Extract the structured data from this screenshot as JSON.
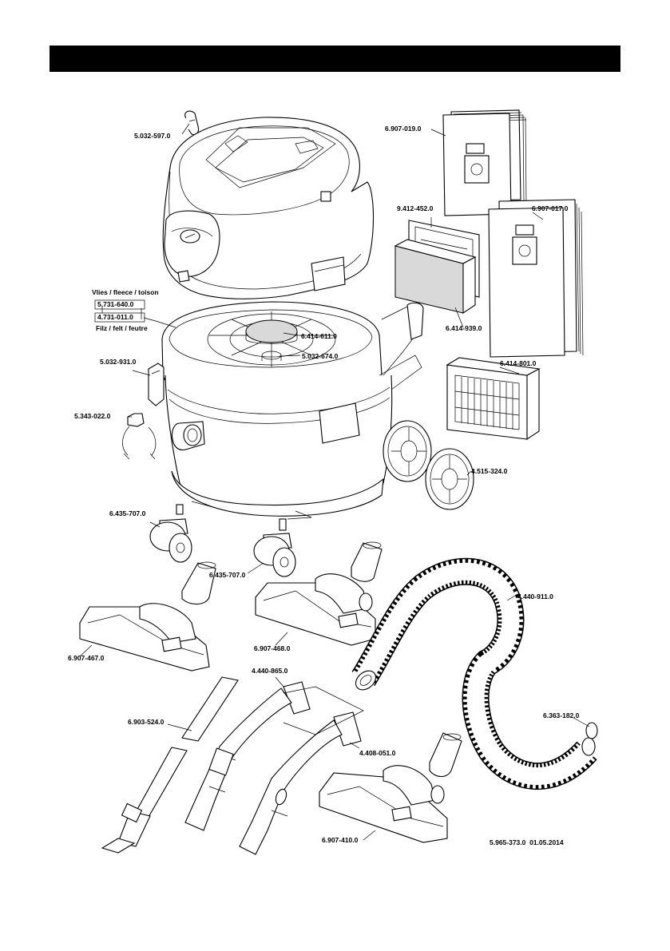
{
  "header_bar": {
    "color": "#000000"
  },
  "labels": {
    "clip": "5.032-597.0",
    "bag_pack_1": "6.907-019.0",
    "bag_pack_2": "6.907-017.0",
    "filter_frame": "9.412-452.0",
    "sponge_filter": "6.414-939.0",
    "vlies_text": "Vlies / fleece / toison",
    "vlies_part": "5.731-640.0",
    "filz_part": "4.731-011.0",
    "filz_text": "Filz / felt / feutre",
    "disc_filter": "6.414-611.0",
    "basket_part": "5.032-674.0",
    "latch_clip": "5.032-931.0",
    "flat_filter": "6.414-801.0",
    "hose_clip": "5.343-022.0",
    "rear_wheel": "4.515-324.0",
    "castor_1": "6.435-707.0",
    "castor_2": "6.435-707.0",
    "nozzle_1": "6.907-467.0",
    "nozzle_2": "6.907-468.0",
    "nozzle_3": "6.907-410.0",
    "suction_hose": "4.440-911.0",
    "handle_1": "4.440-865.0",
    "handle_2": "4.408-051.0",
    "extension_tube": "6.903-524.0",
    "oring": "6.363-182.0",
    "doc_number": "5.965-373.0  01.05.2014"
  }
}
